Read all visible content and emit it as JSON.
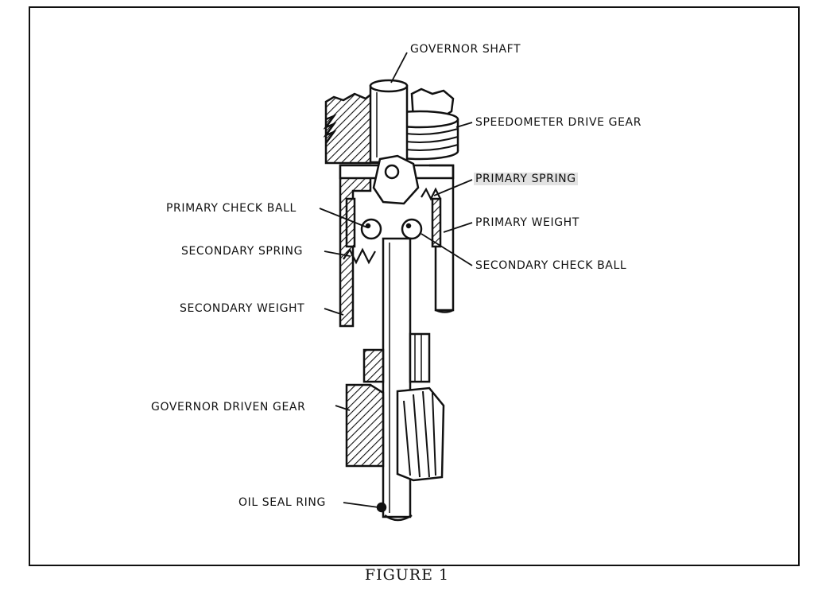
{
  "labels": {
    "governor_shaft": "GOVERNOR SHAFT",
    "speedometer_drive_gear": "SPEEDOMETER DRIVE GEAR",
    "primary_spring": "PRIMARY SPRING",
    "primary_check_ball": "PRIMARY CHECK BALL",
    "primary_weight": "PRIMARY WEIGHT",
    "secondary_spring": "SECONDARY SPRING",
    "secondary_check_ball": "SECONDARY CHECK BALL",
    "secondary_weight": "SECONDARY WEIGHT",
    "governor_driven_gear": "GOVERNOR DRIVEN GEAR",
    "oil_seal_ring": "OIL SEAL RING"
  },
  "caption": "FIGURE 1"
}
